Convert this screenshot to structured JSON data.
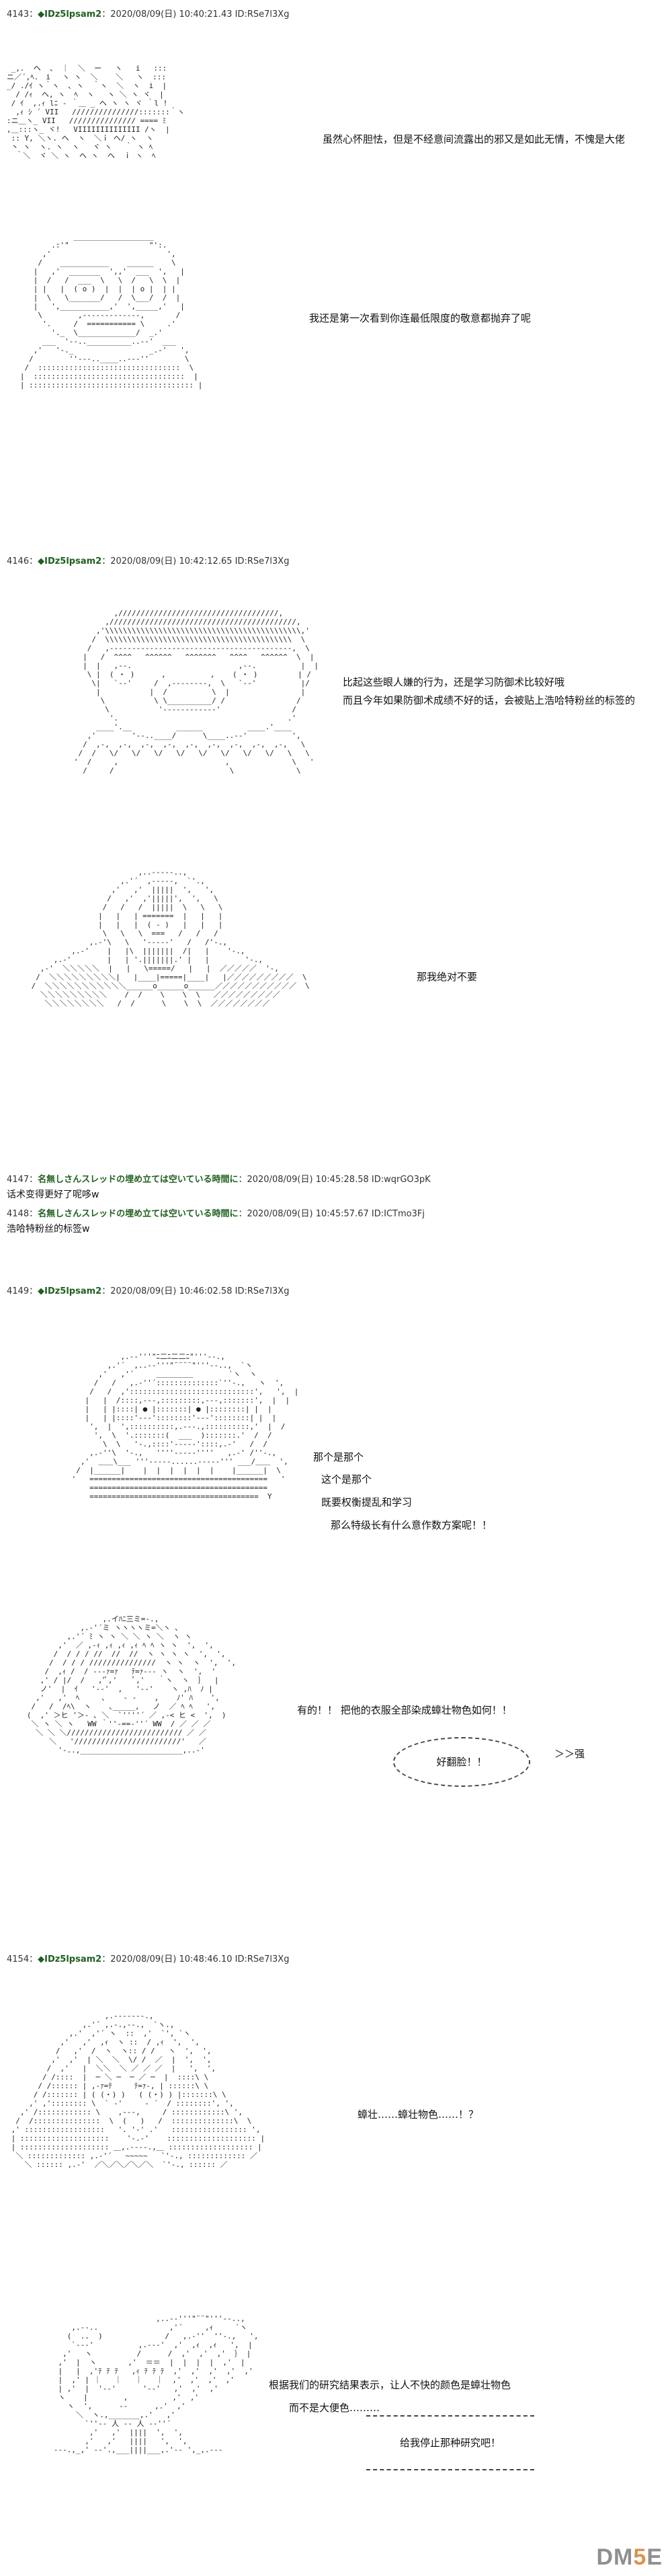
{
  "posts": [
    {
      "number": "4143",
      "name": "◆IDz5lpsam2",
      "date": "2020/08/09(日) 10:40:21.43",
      "id": "ID:RSe7l3Xg",
      "lines": [
        "虽然心怀胆怯，但是不经意间流露出的邪又是如此无情，不愧是大佬",
        "我还是第一次看到你连最低限度的敬意都抛弃了呢"
      ]
    },
    {
      "number": "4146",
      "name": "◆IDz5lpsam2",
      "date": "2020/08/09(日) 10:42:12.65",
      "id": "ID:RSe7l3Xg",
      "lines": [
        "比起这些眼人嫌的行为，还是学习防御术比较好哦",
        "而且今年如果防御术成绩不好的话，会被贴上浩哈特粉丝的标签的",
        "那我绝对不要"
      ]
    },
    {
      "number": "4147",
      "name": "名無しさんスレッドの埋め立ては空いている時間に",
      "date": "2020/08/09(日) 10:45:28.58",
      "id": "ID:wqrGO3pK",
      "lines": [
        "话术变得更好了呢哆w"
      ]
    },
    {
      "number": "4148",
      "name": "名無しさんスレッドの埋め立ては空いている時間に",
      "date": "2020/08/09(日) 10:45:57.67",
      "id": "ID:ICTmo3Fj",
      "lines": [
        "浩哈特粉丝的标签w"
      ]
    },
    {
      "number": "4149",
      "name": "◆IDz5lpsam2",
      "date": "2020/08/09(日) 10:46:02.58",
      "id": "ID:RSe7l3Xg",
      "lines": [
        "那个是那个",
        "这个是那个",
        "既要权衡提乱和学习",
        "那么特级长有什么意作数方案呢！！",
        "有的！！ 把他的衣服全部染成蟑壮物色如何！！",
        "好翻脸！！",
        "＞＞强"
      ]
    },
    {
      "number": "4154",
      "name": "◆IDz5lpsam2",
      "date": "2020/08/09(日) 10:48:46.10",
      "id": "ID:RSe7l3Xg",
      "lines": [
        "蟑壮……蟑壮物色……！？",
        "根据我们的研究结果表示，让人不快的颜色是蟑壮物色",
        "而不是大便色………",
        "给我停止那种研究吧！"
      ]
    }
  ],
  "watermark": {
    "prefix": "DM",
    "digit": "5",
    "suffix": "E"
  },
  "colors": {
    "name_green": "#1f5f1f",
    "text": "#111111",
    "background": "#ffffff"
  }
}
